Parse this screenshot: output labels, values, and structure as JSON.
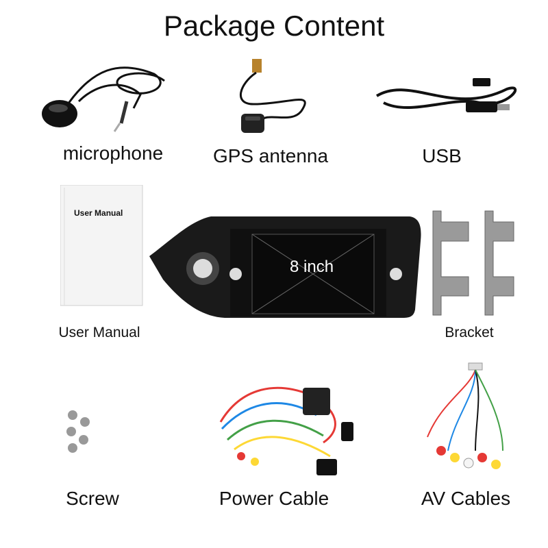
{
  "title": "Package Content",
  "items": {
    "microphone": "microphone",
    "gps": "GPS antenna",
    "usb": "USB",
    "manual": "User Manual",
    "manual_cover": "User Manual",
    "screen": "8 inch",
    "bracket": "Bracket",
    "screw": "Screw",
    "power": "Power Cable",
    "av": "AV Cables"
  }
}
